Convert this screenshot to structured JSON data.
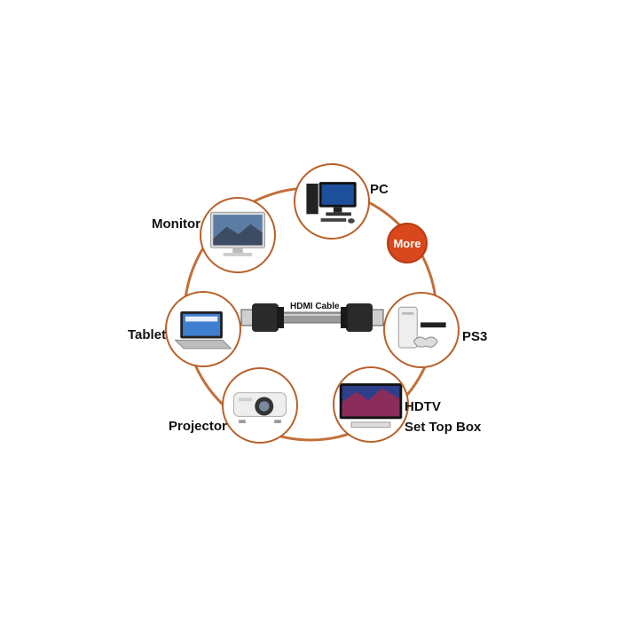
{
  "colors": {
    "ring": "#c2703a",
    "more_bg": "#d9481d",
    "text": "#111111"
  },
  "center": {
    "cable_label": "HDMI Cable"
  },
  "devices": [
    {
      "label": "PC",
      "icon": "pc-icon"
    },
    {
      "label": "Monitor",
      "icon": "monitor-icon"
    },
    {
      "label": "Tablet",
      "icon": "laptop-icon"
    },
    {
      "label": "Projector",
      "icon": "projector-icon"
    },
    {
      "label": "HDTV",
      "sub": "Set Top Box",
      "icon": "hdtv-icon"
    },
    {
      "label": "PS3",
      "icon": "console-icon"
    }
  ],
  "more": {
    "label": "More"
  }
}
